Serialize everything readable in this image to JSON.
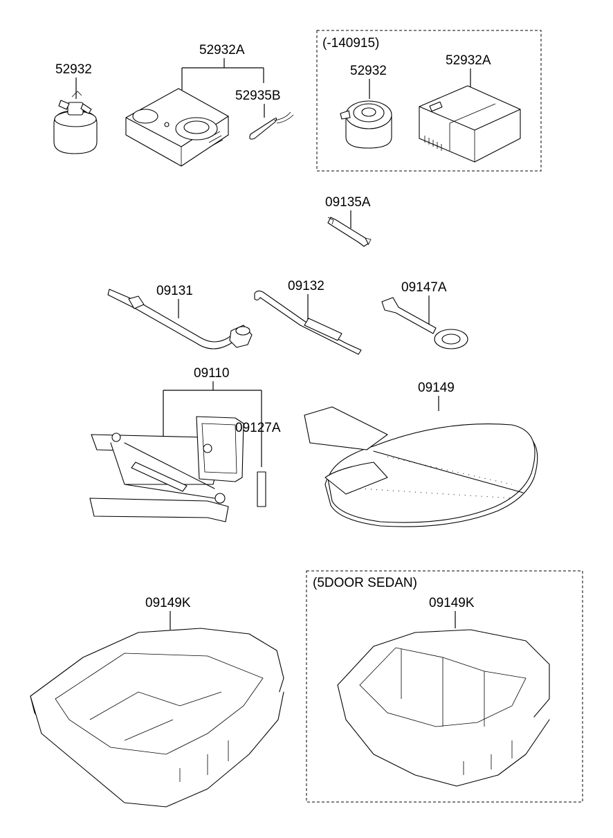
{
  "groups": {
    "pre_140915": "(-140915)",
    "five_door_sedan": "(5DOOR SEDAN)"
  },
  "labels": {
    "sealant_bottle": "52932",
    "compressor": "52932A",
    "hose_clip": "52935B",
    "sealant_bottle_alt": "52932",
    "compressor_alt": "52932A",
    "spanner": "09135A",
    "wheel_wrench": "09131",
    "jack_handle": "09132",
    "towing_hook": "09147A",
    "jack_assy": "09110",
    "jack_label": "09127A",
    "luggage_board": "09149",
    "tray_main": "09149K",
    "tray_5door": "09149K"
  }
}
